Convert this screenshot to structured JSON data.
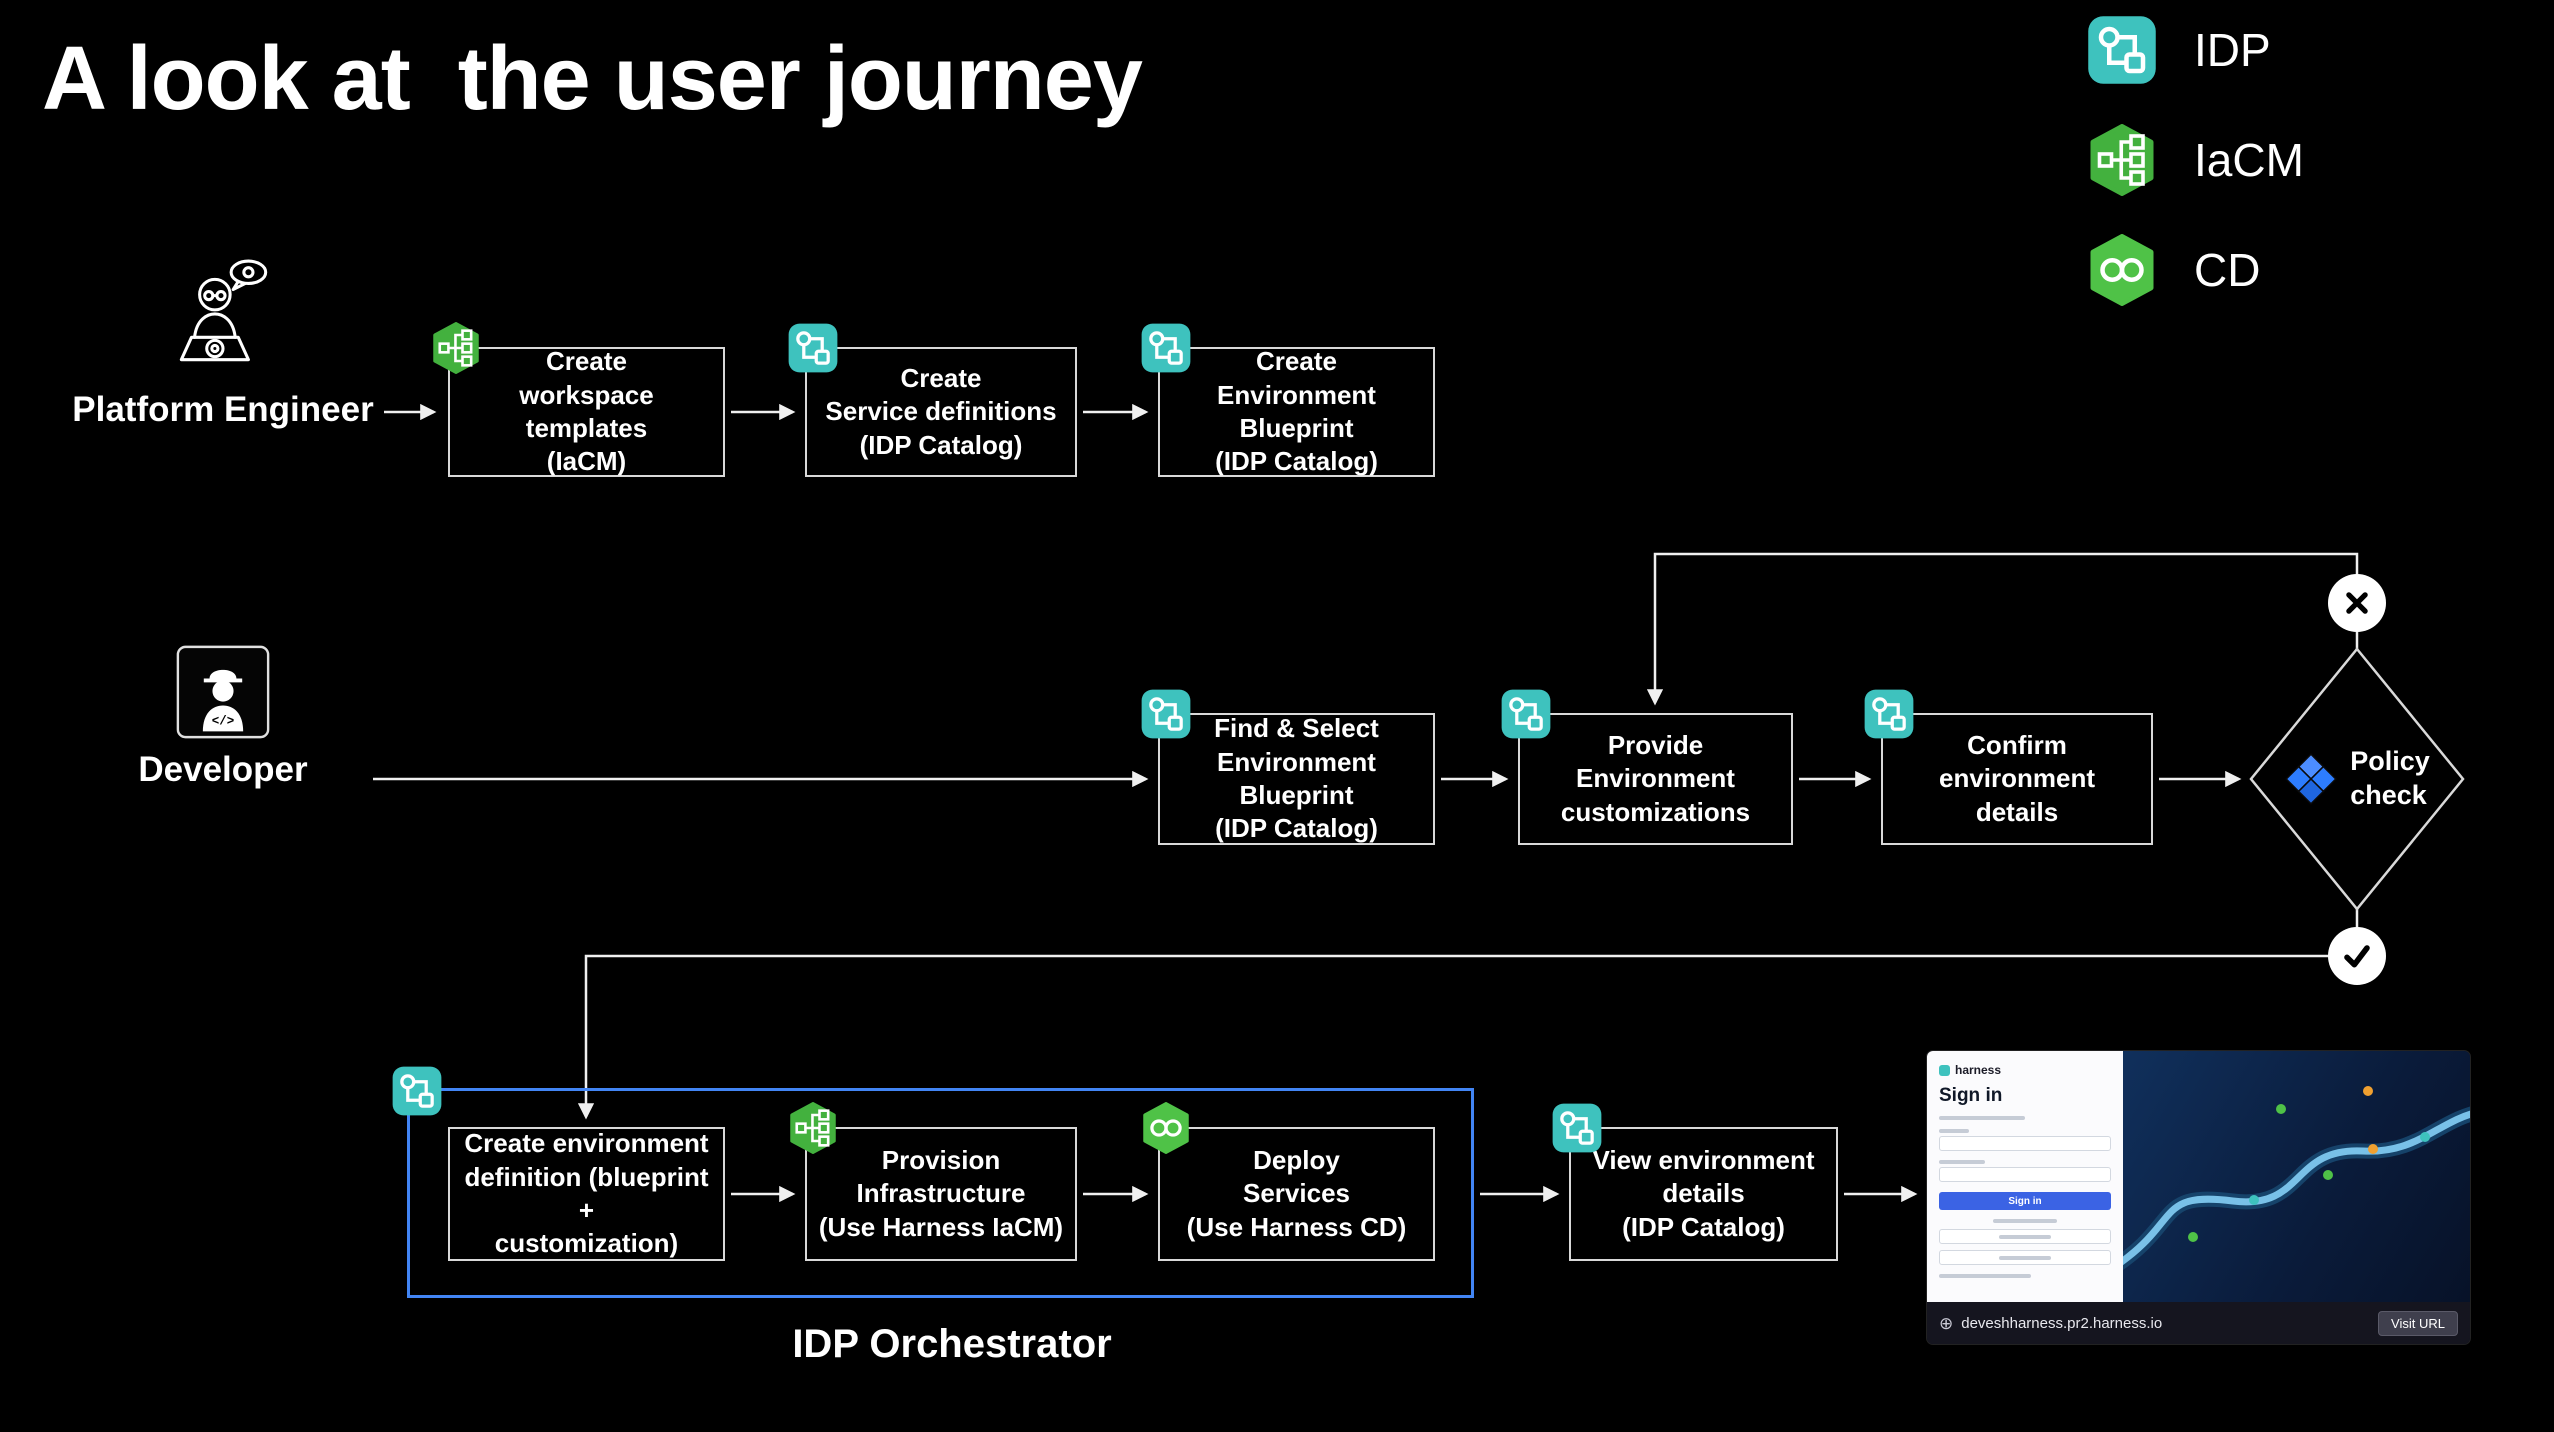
{
  "slide": {
    "title": "A look at  the user journey",
    "background": "#000000"
  },
  "legend": {
    "items": [
      {
        "label": "IDP",
        "icon": "idp-icon",
        "color": "#3ec2be"
      },
      {
        "label": "IaCM",
        "icon": "iacm-icon",
        "color": "#43b13e"
      },
      {
        "label": "CD",
        "icon": "cd-icon",
        "color": "#4fc247"
      }
    ]
  },
  "actors": {
    "platform_engineer": {
      "label": "Platform Engineer",
      "icon": "engineer-at-laptop-icon"
    },
    "developer": {
      "label": "Developer",
      "icon": "developer-icon"
    }
  },
  "platform_row": {
    "steps": [
      {
        "text": "Create\nworkspace templates\n(IaCM)",
        "badge_icon": "iacm-icon"
      },
      {
        "text": "Create\nService definitions\n(IDP Catalog)",
        "badge_icon": "idp-icon"
      },
      {
        "text": "Create\nEnvironment Blueprint\n(IDP Catalog)",
        "badge_icon": "idp-icon"
      }
    ]
  },
  "developer_row": {
    "steps": [
      {
        "text": "Find & Select\nEnvironment Blueprint\n(IDP Catalog)",
        "badge_icon": "idp-icon"
      },
      {
        "text": "Provide\nEnvironment\ncustomizations",
        "badge_icon": "idp-icon"
      },
      {
        "text": "Confirm environment\ndetails",
        "badge_icon": "idp-icon"
      }
    ],
    "decision": {
      "text": "Policy\ncheck",
      "icon": "policy-check-icon",
      "fail_icon": "x-circle-icon",
      "pass_icon": "check-circle-icon"
    }
  },
  "orchestrator_row": {
    "container_label": "IDP Orchestrator",
    "container_badge_icon": "idp-icon",
    "container_border_color": "#4285f4",
    "steps": [
      {
        "text": "Create environment\ndefinition (blueprint +\ncustomization)"
      },
      {
        "text": "Provision\nInfrastructure\n(Use Harness IaCM)",
        "badge_icon": "iacm-icon"
      },
      {
        "text": "Deploy\nServices\n(Use Harness CD)",
        "badge_icon": "cd-icon"
      }
    ],
    "view_step": {
      "text": "View environment\ndetails\n(IDP Catalog)",
      "badge_icon": "idp-icon"
    }
  },
  "browser_preview": {
    "logo_text": "harness",
    "signin_heading": "Sign in",
    "signin_button": "Sign in",
    "url": "deveshharness.pr2.harness.io",
    "visit_button": "Visit URL"
  }
}
